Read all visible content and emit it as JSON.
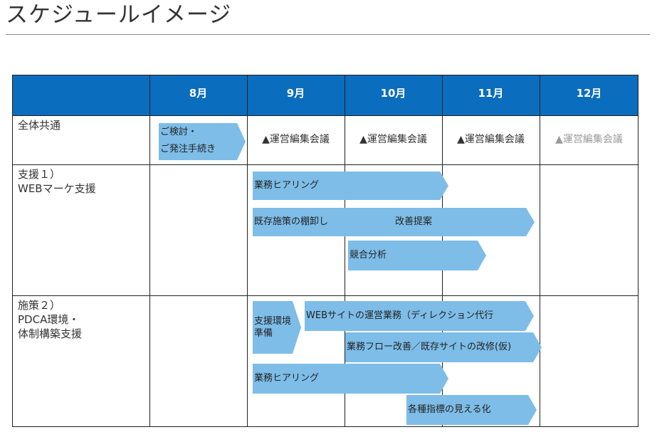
{
  "title": "スケジュールイメージ",
  "months": [
    "8月",
    "9月",
    "10月",
    "11月",
    "12月"
  ],
  "rows": {
    "common": "全体共通",
    "support1": "支援１）\nWEBマーケ支援",
    "support2": "施策２）\nPDCA環境・\n体制構築支援"
  },
  "meetings": [
    {
      "label": "▲運営編集会議",
      "status": "active"
    },
    {
      "label": "▲運営編集会議",
      "status": "active"
    },
    {
      "label": "▲運営編集会議",
      "status": "active"
    },
    {
      "label": "▲運営編集会議",
      "status": "muted"
    }
  ],
  "tasks": [
    {
      "label": "ご検討・\nご発注手続き"
    },
    {
      "label": "業務ヒアリング"
    },
    {
      "label": "既存施策の棚卸し"
    },
    {
      "label": "改善提案"
    },
    {
      "label": "競合分析"
    },
    {
      "label": "支援環境\n準備"
    },
    {
      "label": "WEBサイトの運営業務（ディレクション代行"
    },
    {
      "label": "業務フロー改善／既存サイトの改修(仮)"
    },
    {
      "label": "業務ヒアリング"
    },
    {
      "label": "各種指標の見える化"
    }
  ],
  "colors": {
    "header": "#0b6dbd",
    "bar": "#7dbde8",
    "muted_text": "#999999"
  }
}
